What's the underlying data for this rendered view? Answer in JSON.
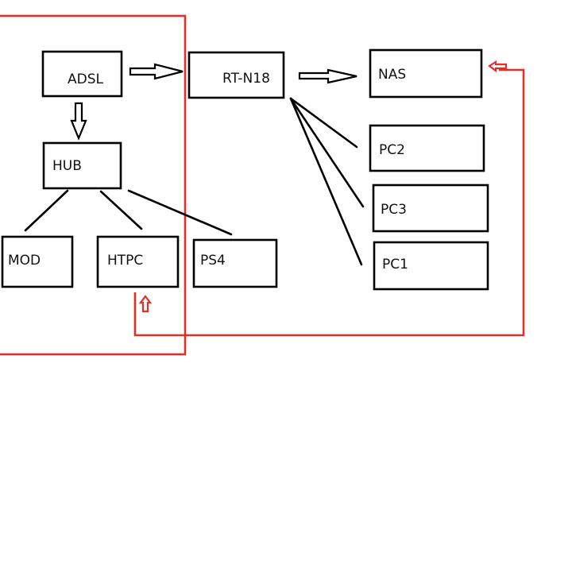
{
  "diagram": {
    "nodes": {
      "adsl": "ADSL",
      "rt_n18": "RT-N18",
      "nas": "NAS",
      "hub": "HUB",
      "pc2": "PC2",
      "pc3": "PC3",
      "pc1": "PC1",
      "mod": "MOD",
      "htpc": "HTPC",
      "ps4": "PS4"
    },
    "colors": {
      "highlight": "#e0302a",
      "stroke": "#000000",
      "background": "#ffffff"
    }
  }
}
